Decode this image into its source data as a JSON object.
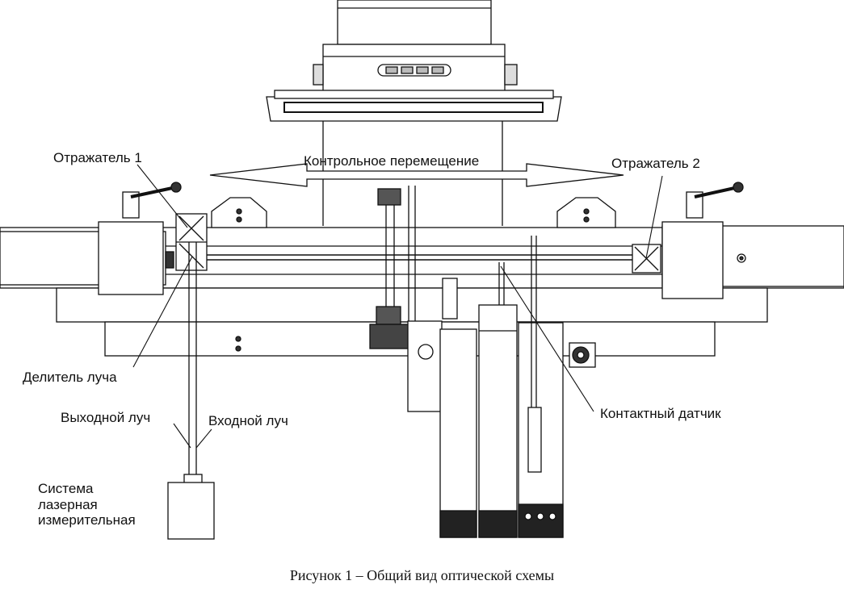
{
  "labels": {
    "reflector1": "Отражатель 1",
    "reflector2": "Отражатель 2",
    "control_movement": "Контрольное перемещение",
    "beam_splitter": "Делитель луча",
    "output_beam": "Выходной луч",
    "input_beam": "Входной луч",
    "contact_sensor": "Контактный датчик",
    "laser_system": "Система\nлазерная\nизмерительная"
  },
  "caption": "Рисунок 1 – Общий вид оптической схемы",
  "colors": {
    "line": "#111111",
    "fill": "#ffffff",
    "shade": "#d8d8d8",
    "dark": "#333333"
  }
}
